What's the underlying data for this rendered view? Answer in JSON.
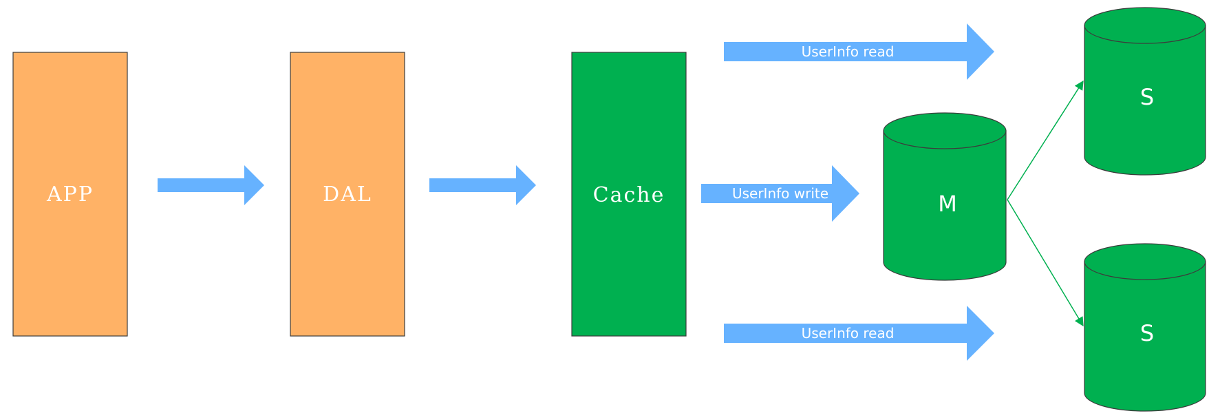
{
  "colors": {
    "app_layer": "#ffb266",
    "cache_and_db": "#00b050",
    "arrow": "#66b2ff",
    "replication_line": "#00b050",
    "outline": "#3c3c3c"
  },
  "nodes": {
    "app": "APP",
    "dal": "DAL",
    "cache": "Cache"
  },
  "databases": {
    "master": "M",
    "slave_top": "S",
    "slave_bottom": "S"
  },
  "flows": {
    "read_top": "UserInfo read",
    "write": "UserInfo write",
    "read_bottom": "UserInfo read"
  }
}
